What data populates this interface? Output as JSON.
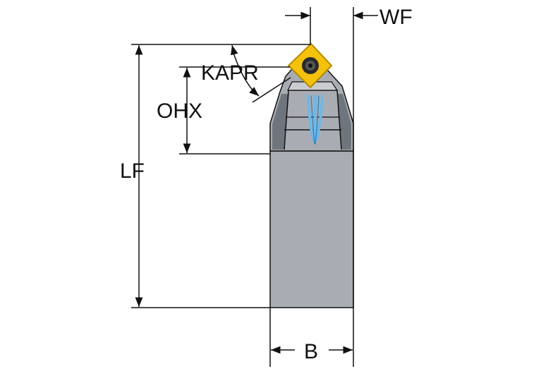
{
  "labels": {
    "wf": "WF",
    "kapr": "KAPR",
    "ohx": "OHX",
    "lf": "LF",
    "b": "B"
  },
  "colors": {
    "body": "#a9adb3",
    "body_dark": "#6f757c",
    "body_light": "#c8ccd1",
    "insert": "#f4c20d",
    "insert_edge": "#b58a00",
    "coolant": "#6fb7e6",
    "line": "#111111"
  }
}
